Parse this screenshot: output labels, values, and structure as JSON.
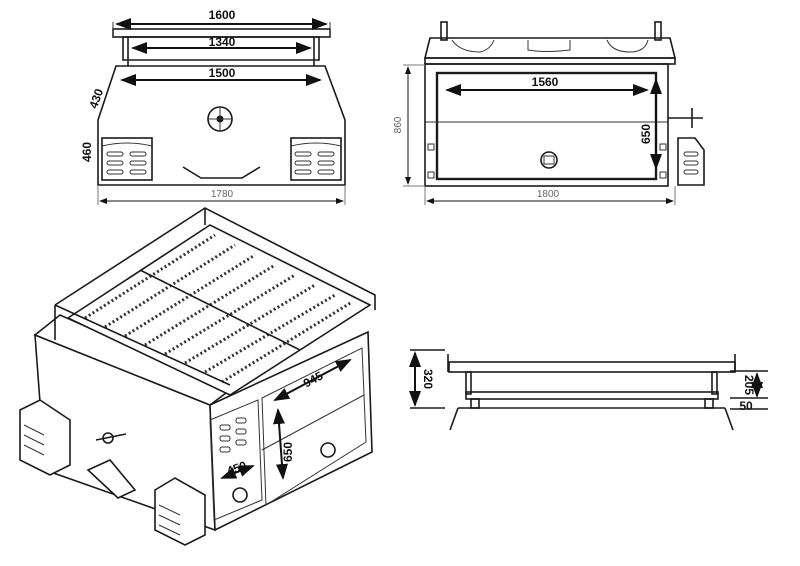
{
  "title": "Canopy technical drawing with dimensions (mm)",
  "front_view": {
    "rack_width": "1600",
    "rack_inner_width": "1340",
    "canopy_top_width": "1500",
    "upper_side_height": "430",
    "lower_side_height": "460",
    "base_width": "1780"
  },
  "side_view": {
    "door_width": "1560",
    "door_height": "650",
    "overall_height": "860",
    "overall_length": "1800"
  },
  "iso_view": {
    "side_door_width": "945",
    "side_door_height": "650",
    "hatch_width": "450"
  },
  "rack_profile_view": {
    "total_height": "320",
    "rack_height": "205",
    "foot_height": "50"
  }
}
